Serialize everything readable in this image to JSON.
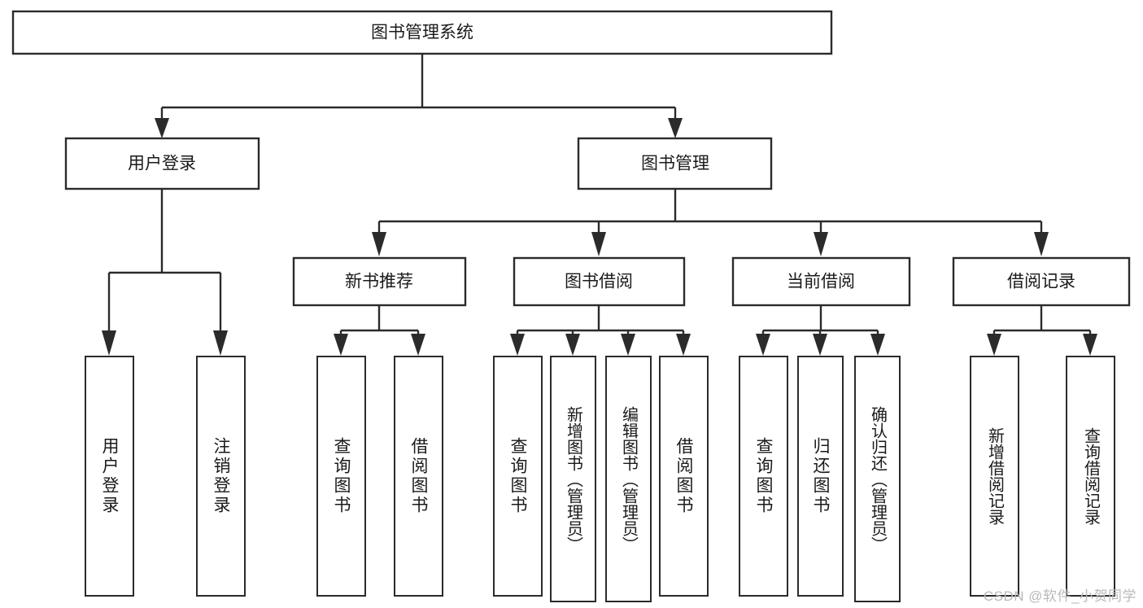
{
  "diagram": {
    "type": "tree-hierarchy-chart",
    "title": "图书管理系统",
    "root": {
      "id": "root",
      "label": "图书管理系统"
    },
    "level2": [
      {
        "id": "user-login",
        "label": "用户登录"
      },
      {
        "id": "book-manage",
        "label": "图书管理"
      }
    ],
    "level3": [
      {
        "id": "new-book-rec",
        "label": "新书推荐",
        "parent": "book-manage"
      },
      {
        "id": "book-borrow",
        "label": "图书借阅",
        "parent": "book-manage"
      },
      {
        "id": "current-borrow",
        "label": "当前借阅",
        "parent": "book-manage"
      },
      {
        "id": "borrow-record",
        "label": "借阅记录",
        "parent": "book-manage"
      }
    ],
    "leaves": {
      "user-login": [
        {
          "id": "leaf-user-login",
          "label": "用户登录"
        },
        {
          "id": "leaf-logout",
          "label": "注销登录"
        }
      ],
      "new-book-rec": [
        {
          "id": "leaf-query-book-1",
          "label": "查询图书"
        },
        {
          "id": "leaf-borrow-book-1",
          "label": "借阅图书"
        }
      ],
      "book-borrow": [
        {
          "id": "leaf-query-book-2",
          "label": "查询图书"
        },
        {
          "id": "leaf-add-book",
          "label": "新增图书（管理员）"
        },
        {
          "id": "leaf-edit-book",
          "label": "编辑图书（管理员）"
        },
        {
          "id": "leaf-borrow-book-2",
          "label": "借阅图书"
        }
      ],
      "current-borrow": [
        {
          "id": "leaf-query-book-3",
          "label": "查询图书"
        },
        {
          "id": "leaf-return-book",
          "label": "归还图书"
        },
        {
          "id": "leaf-confirm-return",
          "label": "确认归还（管理员）"
        }
      ],
      "borrow-record": [
        {
          "id": "leaf-add-record",
          "label": "新增借阅记录"
        },
        {
          "id": "leaf-query-record",
          "label": "查询借阅记录"
        }
      ]
    }
  },
  "watermark": {
    "text": "CSDN @软件_小贺同学"
  },
  "colors": {
    "stroke": "#2b2b2b",
    "fill": "#ffffff",
    "text": "#1a1a1a",
    "watermark": "#b9b9b9"
  }
}
